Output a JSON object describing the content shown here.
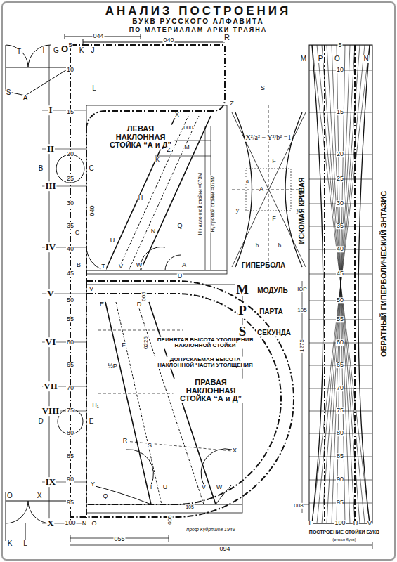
{
  "diagram": {
    "title": "АНАЛИЗ ПОСТРОЕНИЯ",
    "labels": [
      "5",
      "10",
      "15",
      "20",
      "25",
      "30",
      "35",
      "40",
      "45",
      "50",
      "55",
      "60",
      "65",
      "70",
      "75",
      "80",
      "85",
      "90",
      "95",
      "100",
      "5",
      "10",
      "15",
      "20",
      "25",
      "30",
      "35",
      "40",
      "45",
      "50",
      "55",
      "60",
      "65",
      "70",
      "75",
      "80",
      "85",
      "90",
      "95",
      "100",
      "I",
      "II",
      "III",
      "IV",
      "V",
      "VI",
      "VII",
      "VIII",
      "IX",
      "X",
      "T",
      "I",
      "G",
      "O",
      "K",
      "J",
      "044",
      "040",
      "R",
      "M",
      "P",
      "O",
      "N",
      "S",
      "A",
      "L",
      "B",
      "C",
      "D",
      "E",
      "040",
      "ЛЕВАЯ НАКЛОННАЯ СТОЙКА “А и Д”",
      "X",
      "000",
      "Z",
      "M",
      "K",
      "H",
      "H наклонной стойки =073M",
      "H₁ прямой стойки =075M",
      "C",
      "U",
      "N",
      "Q",
      "B",
      "T",
      "V",
      "W",
      "A",
      "S",
      "Z",
      "X²/a² − Y²/b² =1",
      "y",
      "y",
      "a",
      "b",
      "b",
      "F",
      "F",
      "A",
      "ГИПЕРБОЛА",
      "ИСКОМАЯ КРИВАЯ",
      "ОБРАТНЫЙ ГИПЕРБОЛИЧЕСКИЙ ЭНТАЗИС",
      "M",
      "P",
      "S",
      "МОДУЛЬ",
      "ЮР",
      "ПАРТА",
      "105",
      "СЕКУНДА",
      "1275",
      "005",
      "0225",
      "ПРИНЯТАЯ ВЫСОТА УТОЛЩЕНИЯ НАКЛОННОЙ СТОЙКИ",
      "ДОПУСКАЕМАЯ ВЫСОТА НАКЛОННОЙ ЧАСТИ УТОЛЩЕНИЯ",
      "ПРАВАЯ НАКЛОННАЯ СТОЙКА “А и Д”",
      "E",
      "D",
      "V",
      "U",
      "½P",
      "F",
      "H₁",
      "R",
      "S",
      "X",
      "Y",
      "T",
      "U",
      "V",
      "W",
      "Q",
      "008",
      "105",
      "005",
      "055",
      "094",
      "O",
      "X",
      "K",
      "L",
      "N",
      "O",
      "ПОСТРОЕНИЕ СТОЙКИ БУКВ",
      "(ствол букв)",
      "L",
      "U",
      "V",
      "проф Кудряшов 1949",
      "БУКВ РУССКОГО АЛФАВИТА",
      "ПО МАТЕРИАЛАМ АРКИ ТРАЯНА"
    ]
  }
}
